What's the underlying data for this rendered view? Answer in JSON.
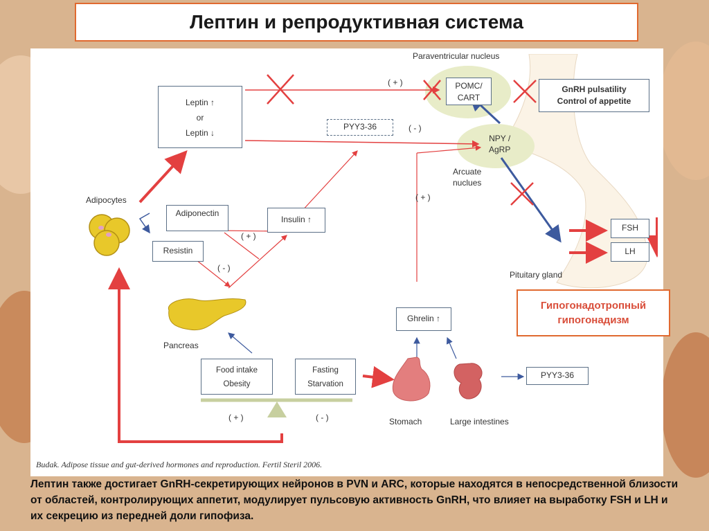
{
  "title": "Лептин и репродуктивная система",
  "diagram": {
    "paraventricular_nucleus": "Paraventricular nucleus",
    "pomc": [
      "POMC/",
      "CART"
    ],
    "npy": [
      "NPY /",
      "AgRP"
    ],
    "arcuate": [
      "Arcuate",
      "nuclues"
    ],
    "gnrh": [
      "GnRH pulsatility",
      "Control of appetite"
    ],
    "leptin": {
      "up": "Leptin ↑",
      "or": "or",
      "down": "Leptin ↓"
    },
    "pyy_top": "PYY3-36",
    "pyy_bottom": "PYY3-36",
    "plus_top": "( + )",
    "minus_top": "( - )",
    "plus_ghrelin": "( + )",
    "fsh": "FSH",
    "lh": "LH",
    "pituitary": "Pituitary gland",
    "adipocytes": "Adipocytes",
    "adiponectin": "Adiponectin",
    "resistin": "Resistin",
    "insulin": "Insulin ↑",
    "plus_adipo": "( + )",
    "minus_resistin": "( - )",
    "pancreas": "Pancreas",
    "ghrelin": "Ghrelin ↑",
    "food": [
      "Food intake",
      "Obesity"
    ],
    "fasting": [
      "Fasting",
      "Starvation"
    ],
    "scale_plus": "( + )",
    "scale_minus": "( - )",
    "stomach": "Stomach",
    "large_intestines": "Large intestines"
  },
  "citation": "Budak. Adipose tissue and gut-derived hormones and reproduction. Fertil Steril 2006.",
  "hypogonadism": [
    "Гипогонадотропный",
    "гипогонадизм"
  ],
  "body_text": "Лептин также достигает GnRH-секретирующих нейронов в PVN и ARC, которые находятся в непосредственной близости от областей, контролирующих аппетит, модулирует пульсовую активность GnRH, что влияет на выработку FSH и LH и их секрецию из передней доли гипофиза.",
  "colors": {
    "accent": "#e0692f",
    "arrow_red": "#e34040",
    "arrow_blue": "#3d5a9e",
    "nucleus": "#e8ecc8"
  }
}
